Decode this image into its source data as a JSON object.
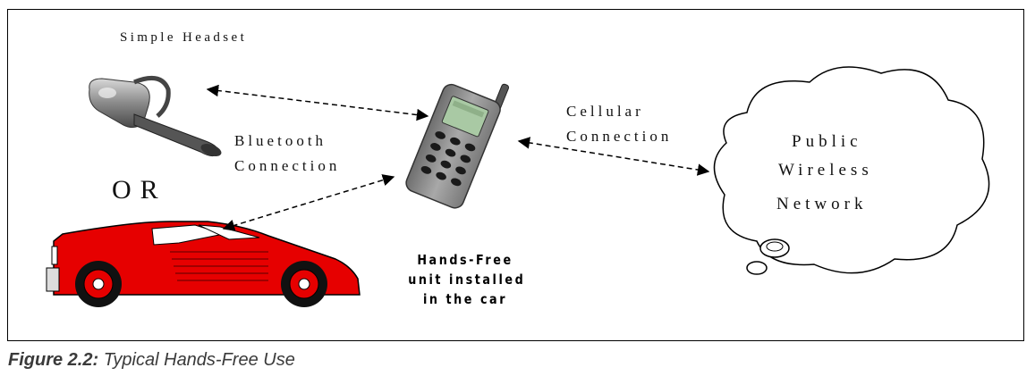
{
  "labels": {
    "headset": "Simple Headset",
    "bluetooth_line1": "Bluetooth",
    "bluetooth_line2": "Connection",
    "or": "OR",
    "cellular_line1": "Cellular",
    "cellular_line2": "Connection",
    "network_line1": "Public",
    "network_line2": "Wireless",
    "network_line3": "Network",
    "handsfree_line1": "Hands-Free",
    "handsfree_line2": "unit installed",
    "handsfree_line3": "in the car"
  },
  "caption": {
    "prefix": "Figure 2.2:",
    "text": " Typical Hands-Free Use"
  },
  "colors": {
    "car": "#e60000",
    "phone": "#8c8c8c",
    "phone_screen": "#a9c9a4",
    "headset": "#9a9a9a",
    "caption": "#3a3a3a"
  },
  "icons": [
    "headset-icon",
    "mobile-phone-icon",
    "sports-car-icon",
    "cloud-icon"
  ]
}
